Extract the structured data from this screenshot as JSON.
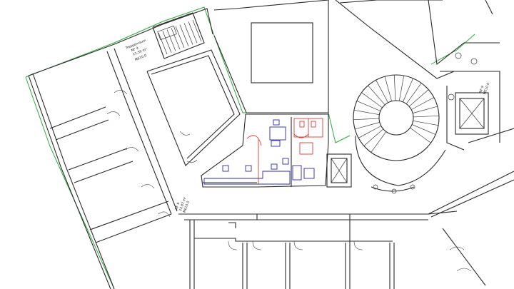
{
  "colors": {
    "walls": "#2a2a2a",
    "boundary": "#2fa83a",
    "sanitary": "#e03a3a",
    "furniture": "#2a2ab0",
    "background": "#ffffff"
  },
  "labels": {
    "stairwell_name": "Treppenraum",
    "stairwell_area": "11,59 m²",
    "stairwell_id": "NF 9",
    "stairwell_code": "ME10.0",
    "corridor_id": "NF 9",
    "corridor_area": "23,87 m²",
    "corridor_code": "ME10.0",
    "right_id": "NF 9",
    "right_code": "ME10.0"
  }
}
